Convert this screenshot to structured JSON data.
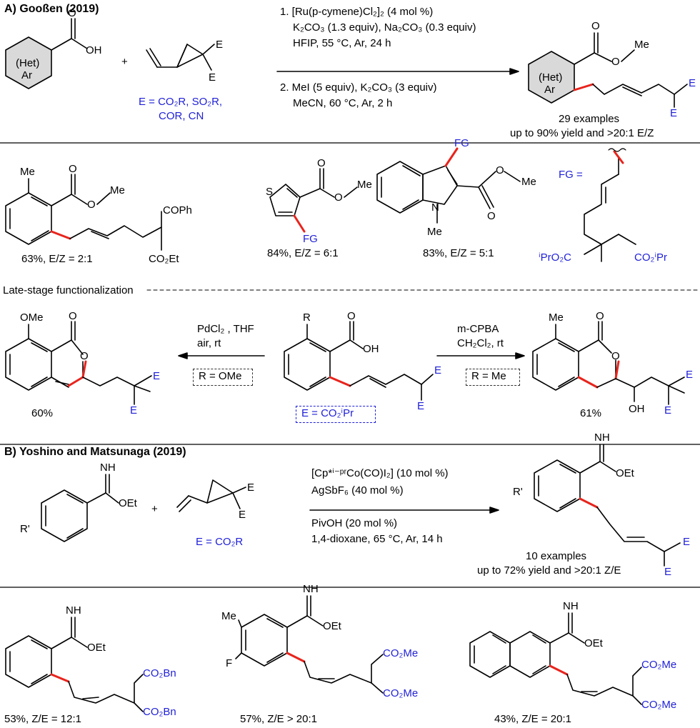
{
  "section_a": {
    "heading": "A) Gooßen (2019)",
    "acid_ring_label_1": "(Het)",
    "acid_ring_label_2": "Ar",
    "acid_carbonyl_o": "O",
    "acid_oh": "OH",
    "plus": "+",
    "cp_e1": "E",
    "cp_e2": "E",
    "e_def_line1": "E = CO₂R, SO₂R,",
    "e_def_line2": "COR, CN",
    "cond_1": "1. [Ru(p-cymene)Cl₂]₂ (4 mol %)",
    "cond_2": "K₂CO₃ (1.3 equiv), Na₂CO₃ (0.3 equiv)",
    "cond_3": "HFIP, 55 °C, Ar, 24 h",
    "cond_4": "2. MeI (5 equiv), K₂CO₃ (3 equiv)",
    "cond_5": "MeCN, 60 °C, Ar, 2 h",
    "prod_ring_1": "(Het)",
    "prod_ring_2": "Ar",
    "prod_o": "O",
    "prod_ome": "O",
    "prod_me": "Me",
    "prod_e1": "E",
    "prod_e2": "E",
    "examples": "29 examples",
    "yield_line": "up to 90% yield and >20:1 E/Z"
  },
  "examples_a": {
    "ex1_me": "Me",
    "ex1_o1": "O",
    "ex1_o2": "O",
    "ex1_me2": "Me",
    "ex1_coph": "COPh",
    "ex1_co2et": "CO₂Et",
    "ex1_yield": "63%, E/Z = 2:1",
    "ex2_s": "S",
    "ex2_o1": "O",
    "ex2_o2": "O",
    "ex2_me": "Me",
    "ex2_fg": "FG",
    "ex2_yield": "84%, E/Z = 6:1",
    "ex3_fg": "FG",
    "ex3_n": "N",
    "ex3_me_n": "Me",
    "ex3_o1": "O",
    "ex3_o2": "O",
    "ex3_me": "Me",
    "ex3_yield": "83%, E/Z = 5:1",
    "fg_eq": "FG =",
    "fg_left": "ⁱPrO₂C",
    "fg_right": "CO₂ⁱPr"
  },
  "late_stage": {
    "label": "Late-stage functionalization",
    "left_ome": "OMe",
    "left_o1": "O",
    "left_o2": "O",
    "left_e1": "E",
    "left_e2": "E",
    "left_yield": "60%",
    "left_cond_1": "PdCl₂ , THF",
    "left_cond_2": "air, rt",
    "left_r": "R = OMe",
    "center_r": "R",
    "center_o": "O",
    "center_oh": "OH",
    "center_e1": "E",
    "center_e2": "E",
    "center_e_def": "E = CO₂ⁱPr",
    "right_cond_1": "m-CPBA",
    "right_cond_2": "CH₂Cl₂, rt",
    "right_r": "R = Me",
    "right_me": "Me",
    "right_o1": "O",
    "right_o2": "O",
    "right_oh": "OH",
    "right_e1": "E",
    "right_e2": "E",
    "right_yield": "61%"
  },
  "section_b": {
    "heading": "B) Yoshino and Matsunaga (2019)",
    "sm_nh": "NH",
    "sm_oet": "OEt",
    "sm_r": "R'",
    "plus": "+",
    "cp_e1": "E",
    "cp_e2": "E",
    "e_def": "E = CO₂R",
    "cond_1": "[Cp*ⁱ⁻ᵖʳCo(CO)I₂] (10 mol %)",
    "cond_2": "AgSbF₆ (40 mol %)",
    "cond_3": "PivOH (20 mol %)",
    "cond_4": "1,4-dioxane, 65 °C, Ar, 14 h",
    "prod_nh": "NH",
    "prod_oet": "OEt",
    "prod_r": "R'",
    "prod_e1": "E",
    "prod_e2": "E",
    "examples": "10 examples",
    "yield_line": "up to 72% yield and >20:1 Z/E"
  },
  "examples_b": {
    "ex1_nh": "NH",
    "ex1_oet": "OEt",
    "ex1_top": "CO₂Bn",
    "ex1_bot": "CO₂Bn",
    "ex1_yield": "53%, Z/E = 12:1",
    "ex2_me": "Me",
    "ex2_f": "F",
    "ex2_nh": "NH",
    "ex2_oet": "OEt",
    "ex2_top": "CO₂Me",
    "ex2_bot": "CO₂Me",
    "ex2_yield": "57%, Z/E > 20:1",
    "ex3_nh": "NH",
    "ex3_oet": "OEt",
    "ex3_top": "CO₂Me",
    "ex3_bot": "CO₂Me",
    "ex3_yield": "43%, Z/E = 20:1"
  },
  "colors": {
    "bond": "#000000",
    "new_bond": "#e8241d",
    "substituent": "#1f1fd8",
    "ring_fill": "#d9d9d9"
  }
}
